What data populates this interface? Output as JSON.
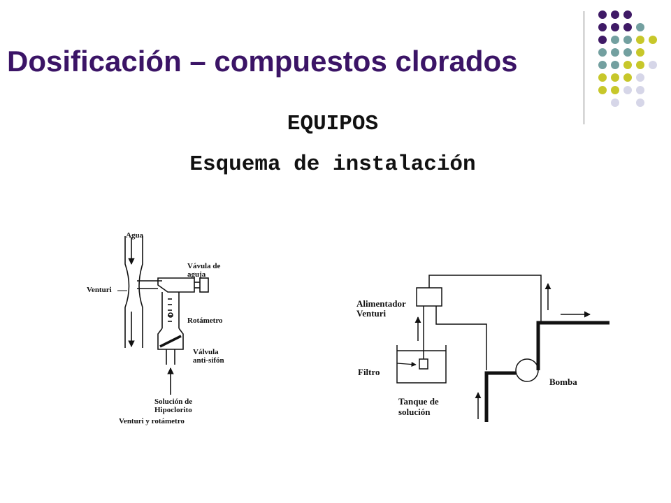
{
  "slide": {
    "title": "Dosificación – compuestos clorados",
    "subtitle1": "EQUIPOS",
    "subtitle2": "Esquema de instalación"
  },
  "diagram_left": {
    "labels": {
      "agua": "Agua",
      "venturi": "Venturi",
      "valvula_aguja_1": "Vávula de",
      "valvula_aguja_2": "aguja",
      "rotametro": "Rotámetro",
      "valvula_antisifon_1": "Válvula",
      "valvula_antisifon_2": "anti-sifón",
      "solucion_1": "Solución de",
      "solucion_2": "Hipoclorito",
      "caption": "Venturi y rotámetro"
    }
  },
  "diagram_right": {
    "labels": {
      "alimentador_1": "Alimentador",
      "alimentador_2": "Venturi",
      "filtro": "Filtro",
      "tanque_1": "Tanque de",
      "tanque_2": "solución",
      "bomba": "Bomba"
    }
  },
  "colors": {
    "title": "#3b1466",
    "dot_purple": "#3f1a66",
    "dot_teal": "#73a0a0",
    "dot_yellow": "#c7c72a",
    "dot_lavender": "#d6d6e8"
  }
}
